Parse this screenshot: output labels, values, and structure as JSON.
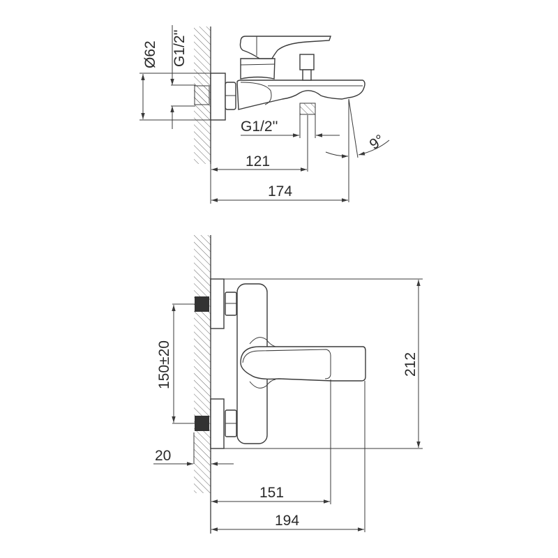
{
  "top_view": {
    "dim_flange_diameter": "Ø62",
    "dim_inlet_thread": "G1/2''",
    "dim_outlet_thread": "G1/2''",
    "dim_angle": "9°",
    "dim_outlet_distance": "121",
    "dim_spout_length": "174"
  },
  "front_view": {
    "dim_inlet_spacing": "150±20",
    "dim_wall_depth": "20",
    "dim_height": "212",
    "dim_lever_reach": "151",
    "dim_total_depth": "194"
  },
  "colors": {
    "line": "#3a3a3a",
    "background": "#ffffff"
  }
}
